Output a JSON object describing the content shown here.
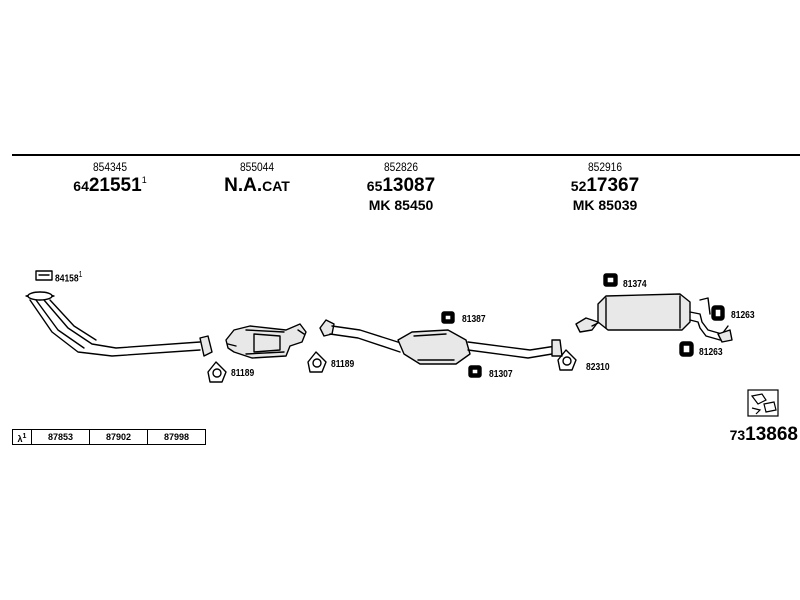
{
  "headers": [
    {
      "small": "854345",
      "prefix": "64",
      "main": "21551",
      "sup": "1",
      "sub": ""
    },
    {
      "small": "855044",
      "prefix": "",
      "main": "N.A.",
      "suffix": "CAT",
      "sub": ""
    },
    {
      "small": "852826",
      "prefix": "65",
      "main": "13087",
      "sub": "MK 85450"
    },
    {
      "small": "852916",
      "prefix": "52",
      "main": "17367",
      "sub": "MK 85039"
    }
  ],
  "parts": {
    "gasket_top": "84158",
    "gasket_top_sup": "1",
    "ring_1": "81189",
    "ring_2": "81189",
    "clamp_upper": "81387",
    "clamp_lower": "81307",
    "ring_3": "82310",
    "hanger_top": "81374",
    "hanger_right_upper": "81263",
    "hanger_right_lower": "81263"
  },
  "kit_table": {
    "lambda_label": "λ",
    "lambda_sup": "1",
    "cells": [
      "87853",
      "87902",
      "87998"
    ]
  },
  "reference": {
    "prefix": "73",
    "main": "13868"
  },
  "colors": {
    "line": "#000000",
    "background": "#ffffff",
    "part_fill": "#e8e8e8"
  }
}
